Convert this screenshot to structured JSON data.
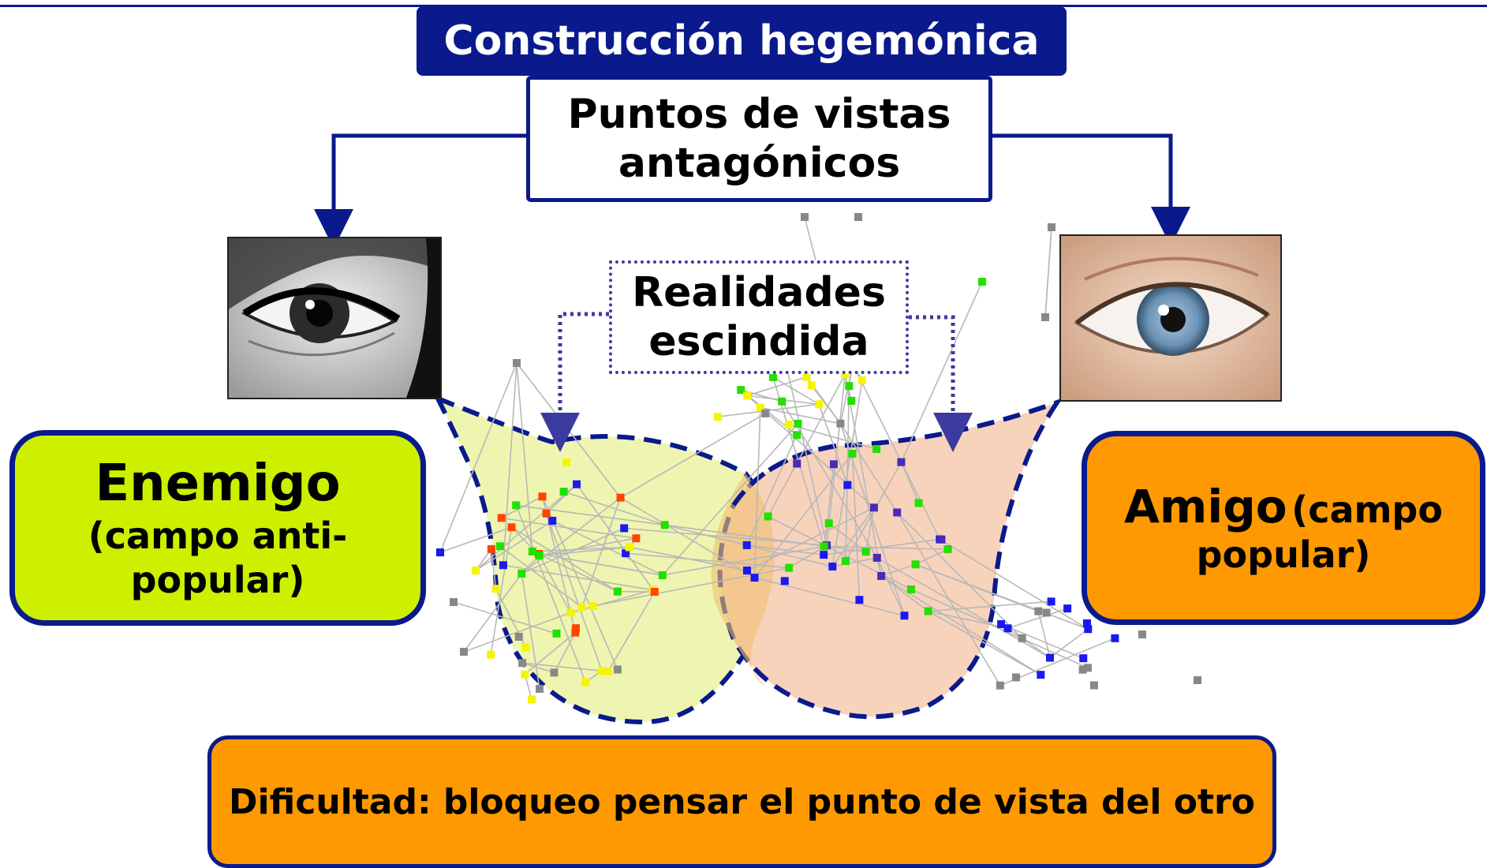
{
  "title": "Construcción hegemónica",
  "antagonic": {
    "line1": "Puntos de vistas",
    "line2": "antagónicos"
  },
  "realities": {
    "line1": "Realidades",
    "line2": "escindida"
  },
  "enemy": {
    "label": "Enemigo",
    "sub1": "(campo anti-",
    "sub2": "popular)"
  },
  "friend": {
    "label": "Amigo",
    "sub1": "(campo",
    "sub2": "popular)"
  },
  "difficulty": "Dificultad: bloqueo pensar el punto de vista del otro",
  "colors": {
    "navy": "#0a1a8c",
    "enemy_box": "#ccf000",
    "friend_box": "#fe9902",
    "enemy_region": "#eef5b0",
    "friend_region": "#f8d3bc",
    "overlap_region": "#f0c070",
    "node_blue": "#1a1af0",
    "node_green": "#22e000",
    "node_yellow": "#f5f500",
    "node_red": "#ff4500",
    "node_purple": "#4a2ab8",
    "node_gray": "#888888"
  },
  "icons": {
    "left_image": "dark-eye-photo",
    "right_image": "blue-eye-photo"
  }
}
